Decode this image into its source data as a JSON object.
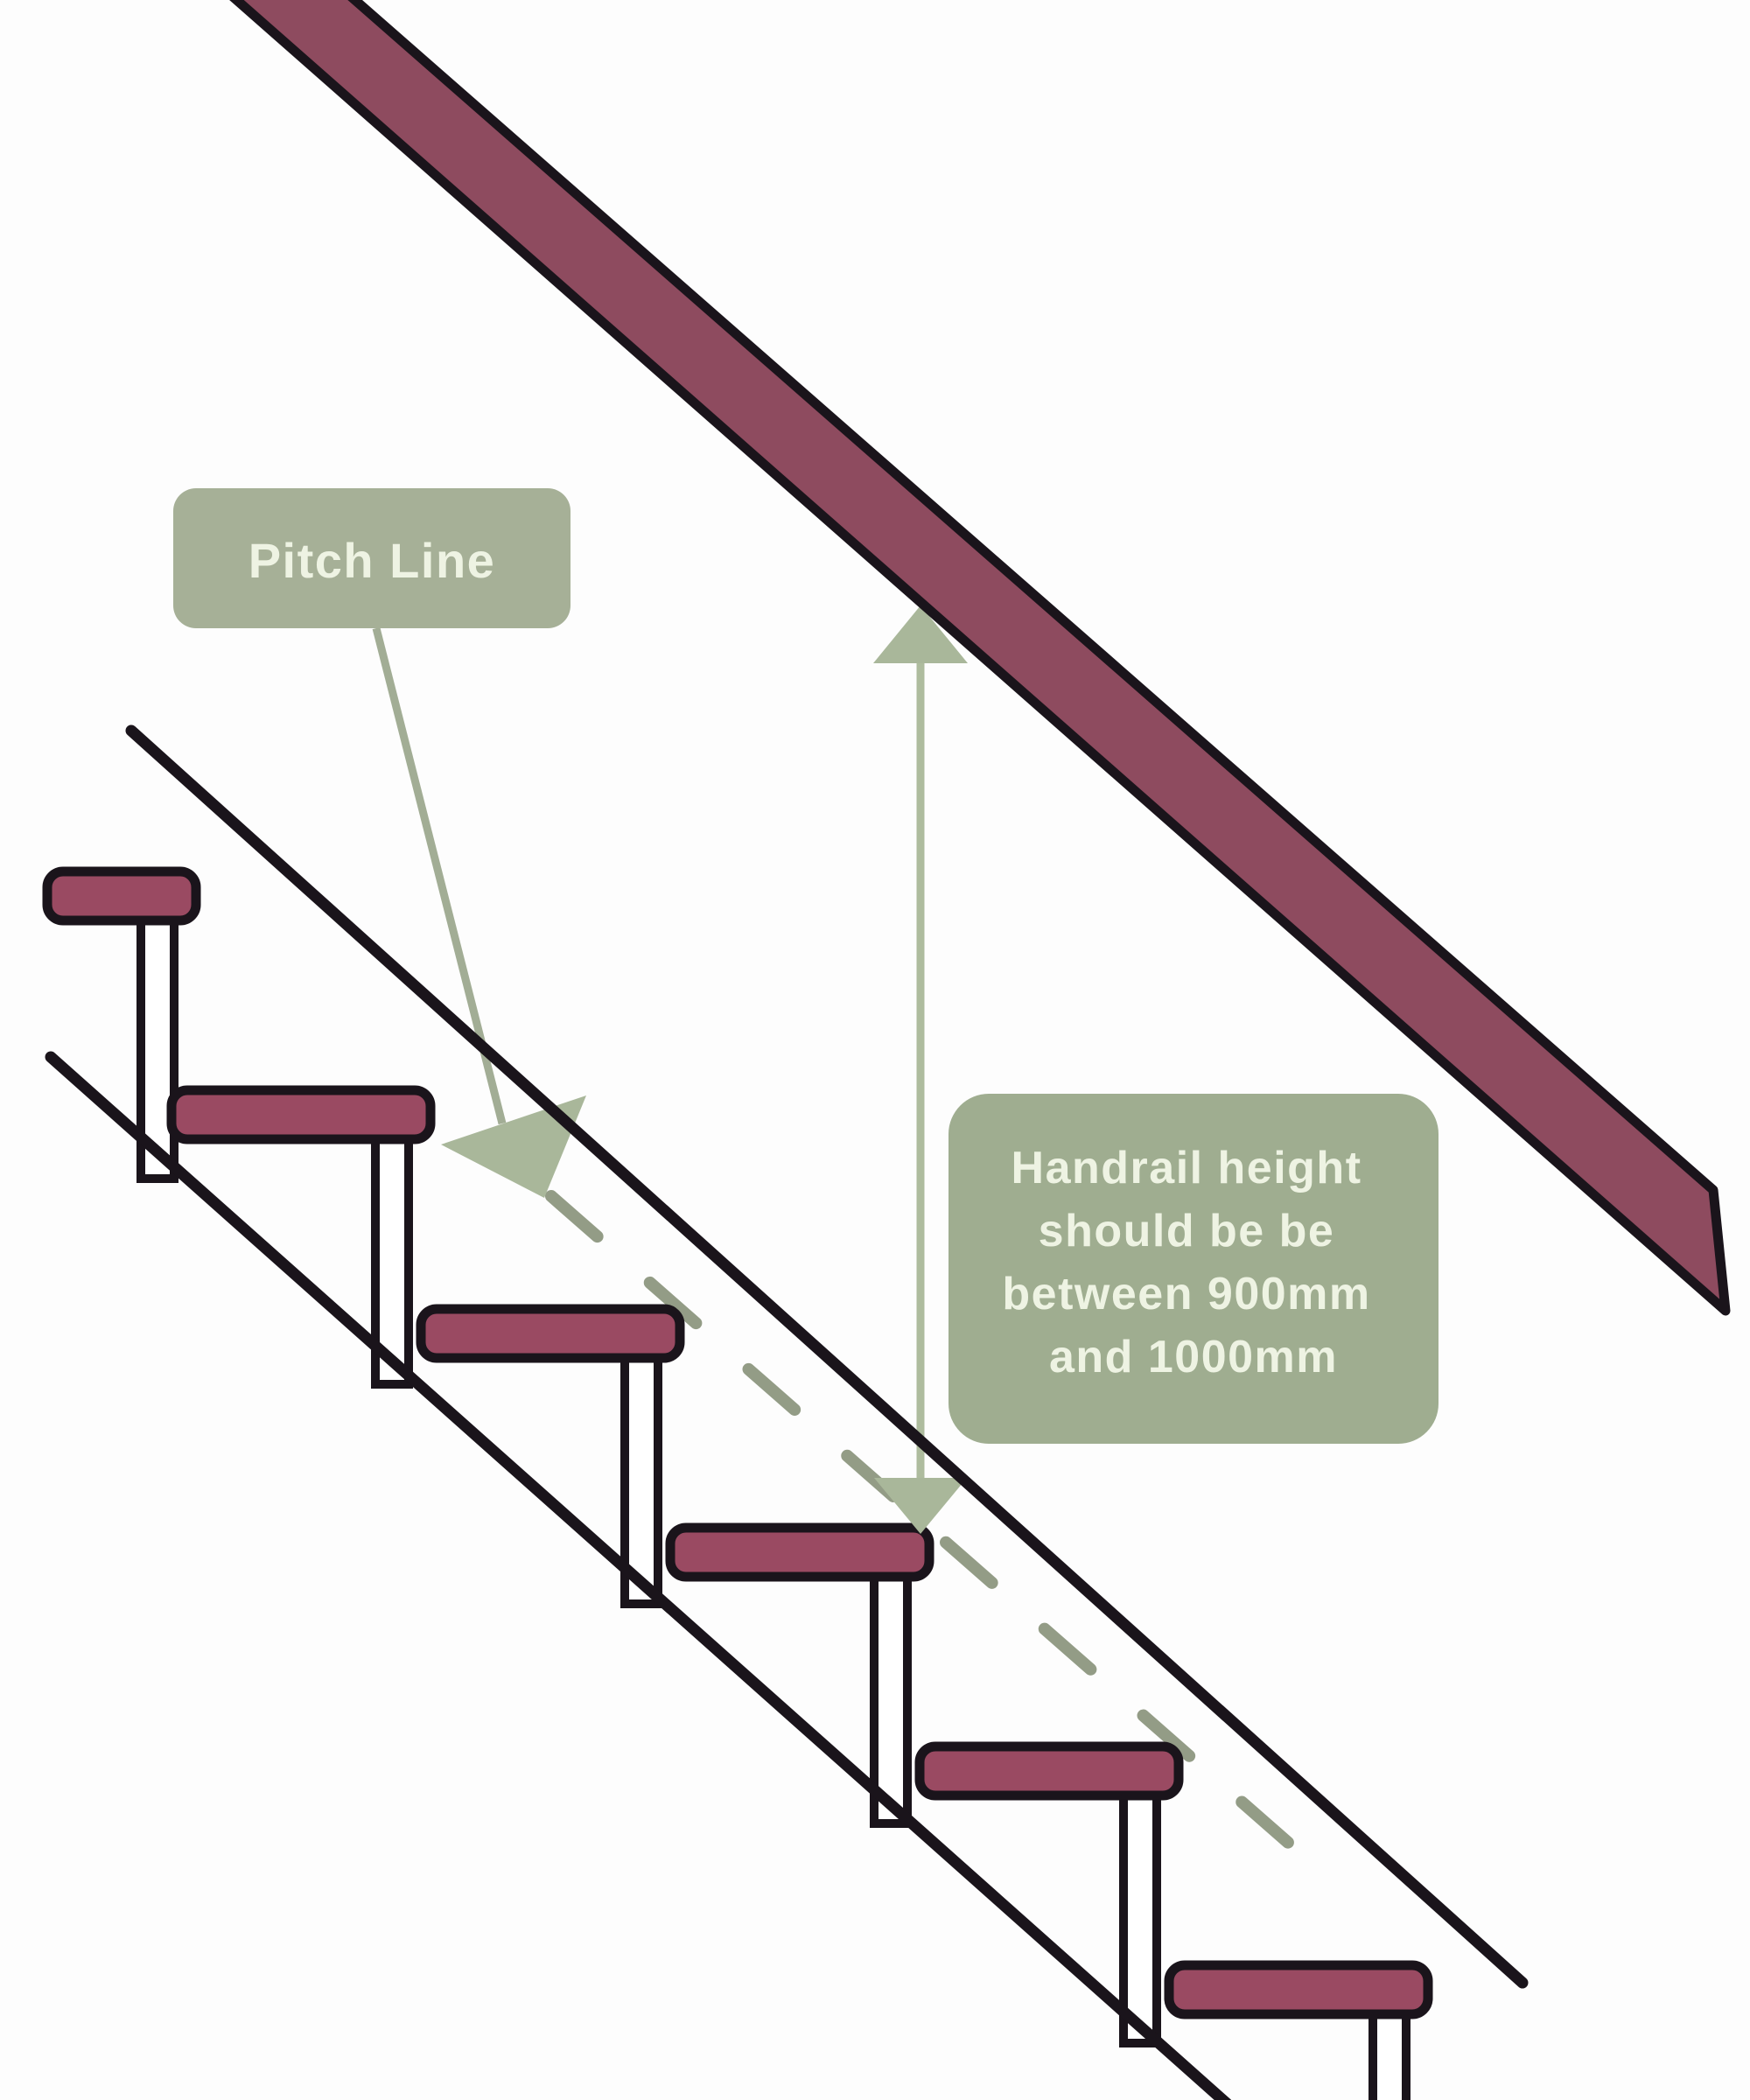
{
  "labels": {
    "pitch_line": "Pitch Line",
    "handrail_note_lines": [
      "Handrail height",
      "should be be",
      "between 900mm",
      "and 1000mm"
    ],
    "handrail_note_full": "Handrail height should be be between 900mm and 1000mm"
  },
  "diagram": {
    "step_count": 6,
    "handrail_height_min_mm": 900,
    "handrail_height_max_mm": 1000
  },
  "colors": {
    "background": "#fdfdfd",
    "outline": "#1a141b",
    "handrail_fill": "#8e4b5f",
    "tread_fill": "#9a4a62",
    "riser_fill": "#ffffff",
    "label_box_fill": "#a6b097",
    "note_box_fill": "#9fad90",
    "label_text": "#eef3e3",
    "arrowhead_fill": "#a9b79a",
    "measure_line": "#aebc9e",
    "leader_line": "#a2ad95",
    "pitch_dash": "#939c86"
  }
}
